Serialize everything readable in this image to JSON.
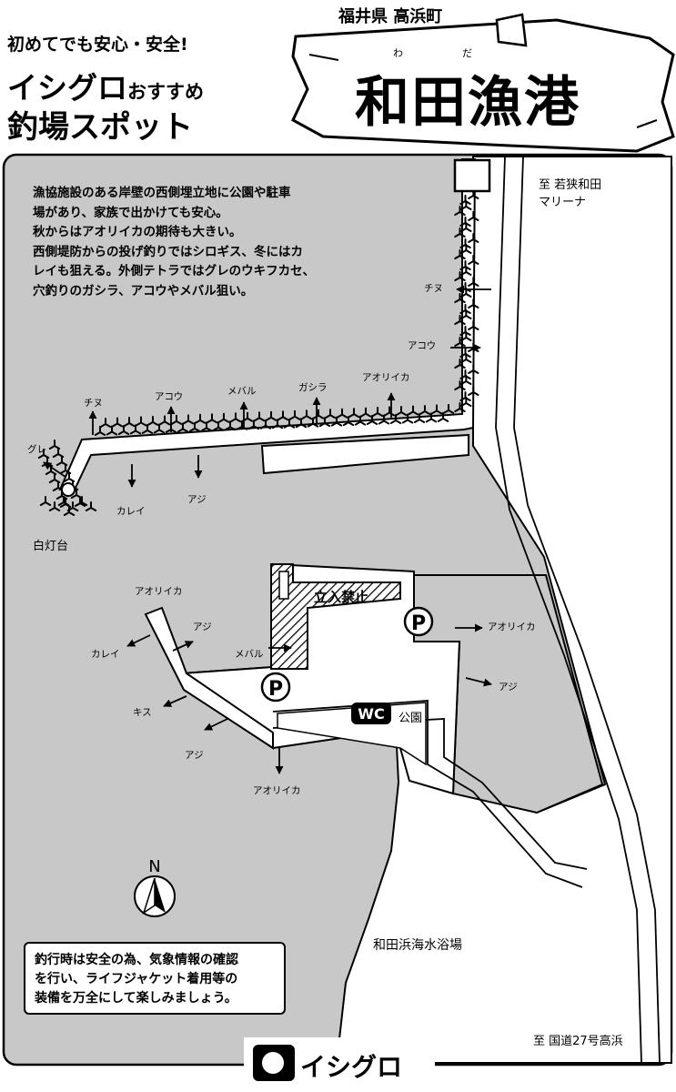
{
  "header": {
    "tagline": "初めてでも安心・安全!",
    "brand": "イシグロ",
    "recommend": "おすすめ",
    "subtitle": "釣場スポット",
    "prefecture": "福井県 高浜町",
    "title": "和田漁港",
    "ruby_wa": "わ",
    "ruby_da": "だ"
  },
  "description": [
    "漁協施設のある岸壁の西側埋立地に公園や駐車",
    "場があり、家族で出かけても安心。",
    "秋からはアオリイカの期待も大きい。",
    "西側堤防からの投げ釣りではシロギス、冬にはカ",
    "レイも狙える。外側テトラではグレのウキフカセ、",
    "穴釣りのガシラ、アコウやメバル狙い。"
  ],
  "directions": {
    "north_road": [
      "至 若狭和田",
      "マリーナ"
    ],
    "south_road": "至 国道27号高浜"
  },
  "places": {
    "lighthouse": "白灯台",
    "no_entry": "立入禁止",
    "park": "公園",
    "beach": "和田浜海水浴場",
    "wc": "WC",
    "parking": "P",
    "north": "N"
  },
  "fish": {
    "chinu_east": "チヌ",
    "akou_east": "アコウ",
    "chinu": "チヌ",
    "akou": "アコウ",
    "mebaru": "メバル",
    "gashira": "ガシラ",
    "aoriika": "アオリイカ",
    "gure": "グレ",
    "karei": "カレイ",
    "aji": "アジ",
    "w_aoriika": "アオリイカ",
    "w_aji": "アジ",
    "w_karei": "カレイ",
    "w_mebaru": "メバル",
    "w_kisu": "キス",
    "w_aji2": "アジ",
    "w_aoriika2": "アオリイカ",
    "e_aoriika": "アオリイカ",
    "e_aji": "アジ"
  },
  "notice": [
    "釣行時は安全の為、気象情報の確認",
    "を行い、ライフジャケット着用等の",
    "装備を万全にして楽しみましょう。"
  ],
  "footer": {
    "brand": "イシグロ"
  },
  "colors": {
    "sea": "#c8c8c8",
    "land": "#ffffff",
    "ink": "#000000"
  }
}
